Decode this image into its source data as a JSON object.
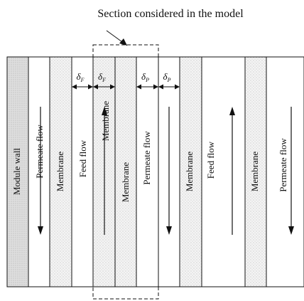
{
  "title": "Section considered in the model",
  "strips": [
    {
      "label": "Module wall",
      "fill": "#dcdcdc"
    },
    {
      "label": "Permeate flow",
      "fill": "#ffffff"
    },
    {
      "label": "Membrane",
      "fill": "#f2f2f2"
    },
    {
      "label": "Feed flow",
      "fill": "#ffffff"
    },
    {
      "label": "Membrane",
      "fill": "#f2f2f2"
    },
    {
      "label": "Permeate flow",
      "fill": "#ffffff"
    },
    {
      "label": "Membrane",
      "fill": "#f2f2f2"
    },
    {
      "label": "Feed flow",
      "fill": "#ffffff"
    },
    {
      "label": "Membrane",
      "fill": "#f2f2f2"
    },
    {
      "label": "Permeate flow",
      "fill": "#ffffff"
    }
  ],
  "flows": [
    {
      "strip": 1,
      "direction": "down"
    },
    {
      "strip": 3,
      "direction": "up"
    },
    {
      "strip": 5,
      "direction": "down"
    },
    {
      "strip": 7,
      "direction": "up"
    },
    {
      "strip": 9,
      "direction": "down"
    }
  ],
  "dimensions": [
    {
      "base": "δ",
      "sub": "F"
    },
    {
      "base": "δ",
      "sub": "F"
    },
    {
      "base": "δ",
      "sub": "P"
    },
    {
      "base": "δ",
      "sub": "P"
    }
  ],
  "colors": {
    "stroke": "#111111",
    "wall": "#dcdcdc",
    "membrane": "#f2f2f2"
  }
}
